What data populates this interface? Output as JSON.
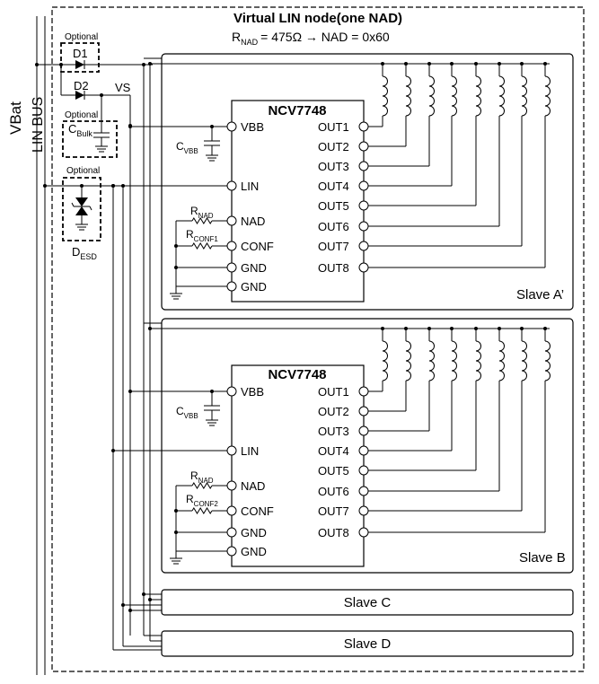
{
  "labels": {
    "vbat": "VBat",
    "lin_bus": "LIN BUS",
    "title": "Virtual LIN node(one NAD)",
    "subtitle_rnad": "R",
    "subtitle_rnad_sub": "NAD",
    "subtitle_value": "= 475Ω → NAD = 0x60",
    "optional": "Optional",
    "d1": "D1",
    "d2": "D2",
    "vs": "VS",
    "c": "C",
    "c_bulk_sub": "Bulk",
    "d_esd": "D",
    "d_esd_sub": "ESD"
  },
  "ic": {
    "name": "NCV7748",
    "left_pins": [
      "VBB",
      "LIN",
      "NAD",
      "CONF",
      "GND",
      "GND"
    ],
    "right_pins": [
      "OUT1",
      "OUT2",
      "OUT3",
      "OUT4",
      "OUT5",
      "OUT6",
      "OUT7",
      "OUT8"
    ],
    "cvbb": "C",
    "cvbb_sub": "VBB",
    "rnad": "R",
    "rnad_sub": "NAD",
    "rconf": "R"
  },
  "slaves": [
    {
      "name": "Slave A’",
      "rconf_sub": "CONF1"
    },
    {
      "name": "Slave B",
      "rconf_sub": "CONF2"
    },
    {
      "name": "Slave C"
    },
    {
      "name": "Slave D"
    }
  ]
}
